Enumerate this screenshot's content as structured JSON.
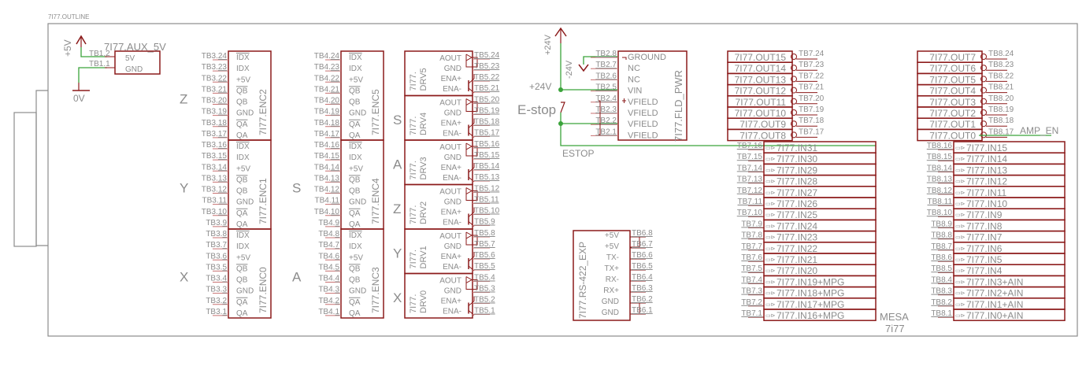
{
  "title": "7I77.OUTLINE",
  "board_label": [
    "MESA",
    "7i77"
  ],
  "colors": {
    "part": "#8b1a1a",
    "net": "#3aa33a",
    "text": "#8c8c8c",
    "outline": "#8c8c8c"
  },
  "aux": {
    "name": "7I77.AUX_5V",
    "supply_label": "+5V",
    "ground_label": "0V",
    "pins": [
      {
        "tb": "TB1.2",
        "sig": "5V"
      },
      {
        "tb": "TB1.1",
        "sig": "GND"
      }
    ]
  },
  "encoders": [
    {
      "name": "7I77.ENC2",
      "axis": "Z",
      "tb_prefix": "TB3",
      "tbs": [
        "24",
        "23",
        "22",
        "21",
        "20",
        "19",
        "18",
        "17"
      ]
    },
    {
      "name": "7I77.ENC1",
      "axis": "Y",
      "tb_prefix": "TB3",
      "tbs": [
        "16",
        "15",
        "14",
        "13",
        "12",
        "11",
        "10",
        "9"
      ]
    },
    {
      "name": "7I77.ENC0",
      "axis": "X",
      "tb_prefix": "TB3",
      "tbs": [
        "8",
        "7",
        "6",
        "5",
        "4",
        "3",
        "2",
        "1"
      ]
    },
    {
      "name": "7I77.ENC5",
      "axis": "",
      "tb_prefix": "TB4",
      "tbs": [
        "24",
        "23",
        "22",
        "21",
        "20",
        "19",
        "18",
        "17"
      ]
    },
    {
      "name": "7I77.ENC4",
      "axis": "S",
      "tb_prefix": "TB4",
      "tbs": [
        "16",
        "15",
        "14",
        "13",
        "12",
        "11",
        "10",
        "9"
      ]
    },
    {
      "name": "7I77.ENC3",
      "axis": "A",
      "tb_prefix": "TB4",
      "tbs": [
        "8",
        "7",
        "6",
        "5",
        "4",
        "3",
        "2",
        "1"
      ]
    }
  ],
  "encoder_signals": [
    "IDX",
    "IDX",
    "+5V",
    "QB",
    "QB",
    "GND",
    "QA",
    "QA"
  ],
  "encoder_signal_inverted": [
    true,
    false,
    false,
    true,
    false,
    false,
    true,
    false
  ],
  "drives": [
    {
      "name": [
        "7I77.",
        "DRV5"
      ],
      "axis": "",
      "tbs": [
        "TB5.24",
        "TB5.23",
        "TB5.22",
        "TB5.21"
      ]
    },
    {
      "name": [
        "7I77.",
        "DRV4"
      ],
      "axis": "S",
      "tbs": [
        "TB5.20",
        "TB5.19",
        "TB5.18",
        "TB5.17"
      ]
    },
    {
      "name": [
        "7I77.",
        "DRV3"
      ],
      "axis": "A",
      "tbs": [
        "TB5.16",
        "TB5.15",
        "TB5.14",
        "TB5.13"
      ]
    },
    {
      "name": [
        "7I77.",
        "DRV2"
      ],
      "axis": "Z",
      "tbs": [
        "TB5.12",
        "TB5.11",
        "TB5.10",
        "TB5.9"
      ]
    },
    {
      "name": [
        "7I77.",
        "DRV1"
      ],
      "axis": "Y",
      "tbs": [
        "TB5.8",
        "TB5.7",
        "TB5.6",
        "TB5.5"
      ]
    },
    {
      "name": [
        "7I77.",
        "DRV0"
      ],
      "axis": "X",
      "tbs": [
        "TB5.4",
        "TB5.3",
        "TB5.2",
        "TB5.1"
      ]
    }
  ],
  "drive_signals": [
    "AOUT",
    "GND",
    "ENA+",
    "ENA-"
  ],
  "field_power": {
    "name": "7I77.FLD_PWR",
    "supply_label": "+24V",
    "neg_label": "-24V",
    "node_label": "+24V",
    "switch_label": "E-stop",
    "net_label": "ESTOP",
    "pins": [
      {
        "tb": "TB2.8",
        "sig": "GROUND"
      },
      {
        "tb": "TB2.7",
        "sig": "NC"
      },
      {
        "tb": "TB2.6",
        "sig": "NC"
      },
      {
        "tb": "TB2.5",
        "sig": "VIN"
      },
      {
        "tb": "TB2.4",
        "sig": "VFIELD"
      },
      {
        "tb": "TB2.3",
        "sig": "VFIELD"
      },
      {
        "tb": "TB2.2",
        "sig": "VFIELD"
      },
      {
        "tb": "TB2.1",
        "sig": "VFIELD"
      }
    ]
  },
  "rs422": {
    "name": "7I77.RS-422_EXP",
    "pins": [
      {
        "tb": "TB6.8",
        "sig": "+5V"
      },
      {
        "tb": "TB6.7",
        "sig": "+5V"
      },
      {
        "tb": "TB6.6",
        "sig": "TX-"
      },
      {
        "tb": "TB6.5",
        "sig": "TX+"
      },
      {
        "tb": "TB6.4",
        "sig": "RX-"
      },
      {
        "tb": "TB6.3",
        "sig": "RX+"
      },
      {
        "tb": "TB6.2",
        "sig": "GND"
      },
      {
        "tb": "TB6.1",
        "sig": "GND"
      }
    ]
  },
  "outputs_tb7": [
    {
      "name": "7I77.OUT15",
      "tb": "TB7.24"
    },
    {
      "name": "7I77.OUT14",
      "tb": "TB7.23"
    },
    {
      "name": "7I77.OUT13",
      "tb": "TB7.22"
    },
    {
      "name": "7I77.OUT12",
      "tb": "TB7.21"
    },
    {
      "name": "7I77.OUT11",
      "tb": "TB7.20"
    },
    {
      "name": "7I77.OUT10",
      "tb": "TB7.19"
    },
    {
      "name": "7I77.OUT9",
      "tb": "TB7.18"
    },
    {
      "name": "7I77.OUT8",
      "tb": "TB7.17"
    }
  ],
  "outputs_tb8": [
    {
      "name": "7I77.OUT7",
      "tb": "TB8.24"
    },
    {
      "name": "7I77.OUT6",
      "tb": "TB8.23"
    },
    {
      "name": "7I77.OUT5",
      "tb": "TB8.22"
    },
    {
      "name": "7I77.OUT4",
      "tb": "TB8.21"
    },
    {
      "name": "7I77.OUT3",
      "tb": "TB8.20"
    },
    {
      "name": "7I77.OUT2",
      "tb": "TB8.19"
    },
    {
      "name": "7I77.OUT1",
      "tb": "TB8.18"
    },
    {
      "name": "7I77.OUT0",
      "tb": "TB8.17"
    }
  ],
  "amp_enable_label": "AMP_EN",
  "inputs_tb7": [
    {
      "name": "7I77.IN31",
      "tb": "TB7.16"
    },
    {
      "name": "7I77.IN30",
      "tb": "TB7.15"
    },
    {
      "name": "7I77.IN29",
      "tb": "TB7.14"
    },
    {
      "name": "7I77.IN28",
      "tb": "TB7.13"
    },
    {
      "name": "7I77.IN27",
      "tb": "TB7.12"
    },
    {
      "name": "7I77.IN26",
      "tb": "TB7.11"
    },
    {
      "name": "7I77.IN25",
      "tb": "TB7.10"
    },
    {
      "name": "7I77.IN24",
      "tb": "TB7.9"
    },
    {
      "name": "7I77.IN23",
      "tb": "TB7.8"
    },
    {
      "name": "7I77.IN22",
      "tb": "TB7.7"
    },
    {
      "name": "7I77.IN21",
      "tb": "TB7.6"
    },
    {
      "name": "7I77.IN20",
      "tb": "TB7.5"
    },
    {
      "name": "7I77.IN19+MPG",
      "tb": "TB7.4"
    },
    {
      "name": "7I77.IN18+MPG",
      "tb": "TB7.3"
    },
    {
      "name": "7I77.IN17+MPG",
      "tb": "TB7.2"
    },
    {
      "name": "7I77.IN16+MPG",
      "tb": "TB7.1"
    }
  ],
  "inputs_tb8": [
    {
      "name": "7I77.IN15",
      "tb": "TB8.16"
    },
    {
      "name": "7I77.IN14",
      "tb": "TB8.15"
    },
    {
      "name": "7I77.IN13",
      "tb": "TB8.14"
    },
    {
      "name": "7I77.IN12",
      "tb": "TB8.13"
    },
    {
      "name": "7I77.IN11",
      "tb": "TB8.12"
    },
    {
      "name": "7I77.IN10",
      "tb": "TB8.11"
    },
    {
      "name": "7I77.IN9",
      "tb": "TB8.10"
    },
    {
      "name": "7I77.IN8",
      "tb": "TB8.9"
    },
    {
      "name": "7I77.IN7",
      "tb": "TB8.8"
    },
    {
      "name": "7I77.IN6",
      "tb": "TB8.7"
    },
    {
      "name": "7I77.IN5",
      "tb": "TB8.6"
    },
    {
      "name": "7I77.IN4",
      "tb": "TB8.5"
    },
    {
      "name": "7I77.IN3+AIN",
      "tb": "TB8.4"
    },
    {
      "name": "7I77.IN2+AIN",
      "tb": "TB8.3"
    },
    {
      "name": "7I77.IN1+AIN",
      "tb": "TB8.2"
    },
    {
      "name": "7I77.IN0+AIN",
      "tb": "TB8.1"
    }
  ]
}
